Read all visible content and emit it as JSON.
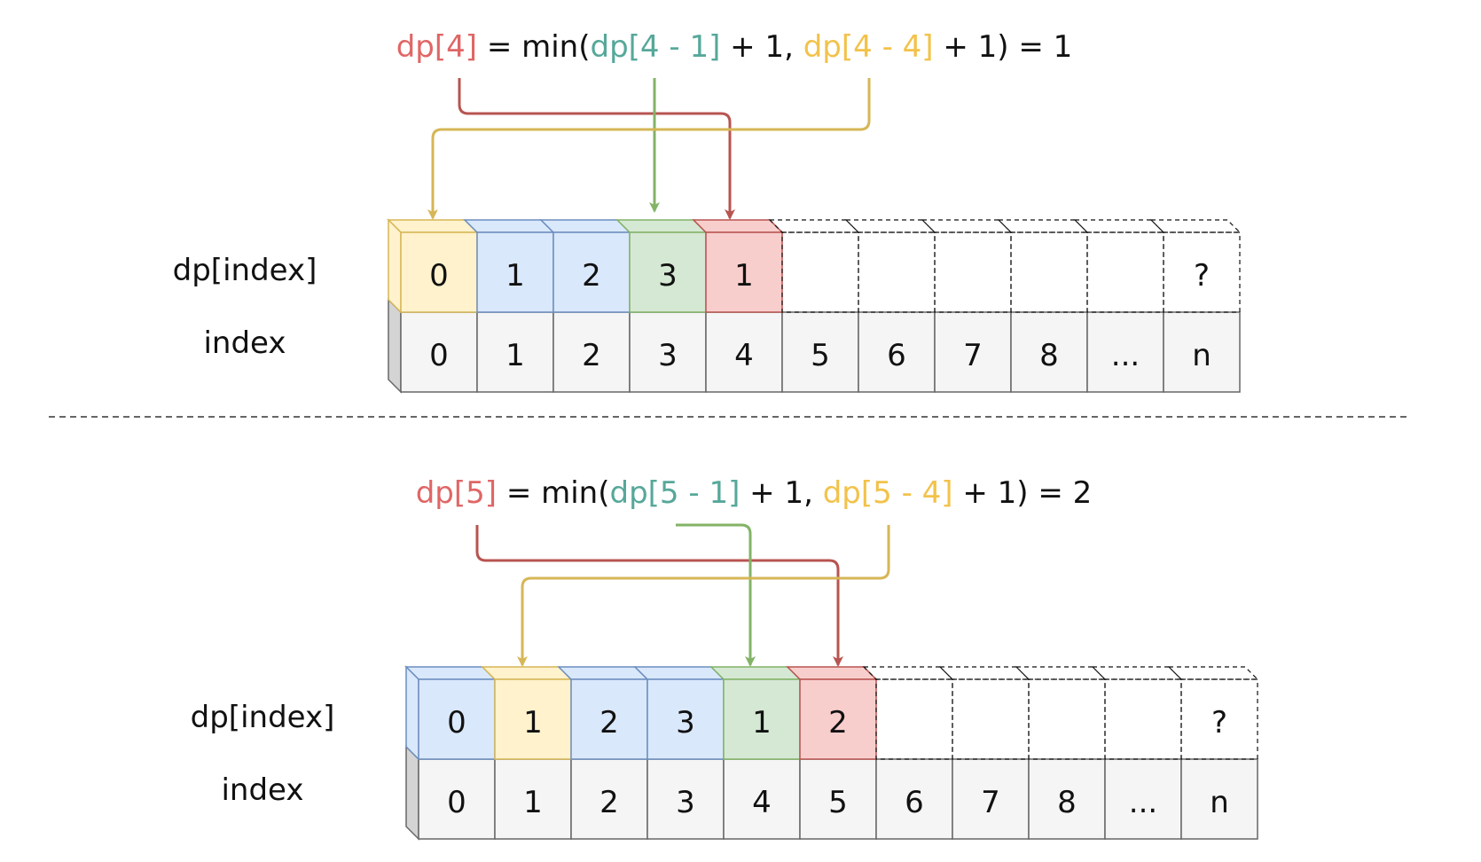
{
  "colors": {
    "red": "#e06666",
    "teal": "#56a89a",
    "yellow": "#f2c24a",
    "black": "#111111",
    "arrow_red": "#b85450",
    "arrow_green": "#82b366",
    "arrow_yellow": "#d6b656",
    "fill_yellow": "#fff2cc",
    "fill_blue": "#dae8fc",
    "fill_green": "#d5e8d4",
    "fill_red": "#f8cecc",
    "fill_gray": "#f5f5f5",
    "stroke_yellow": "#d6b656",
    "stroke_blue": "#6c8ebf",
    "stroke_green": "#82b366",
    "stroke_red": "#b85450",
    "stroke_gray": "#666666"
  },
  "panels": [
    {
      "formula": [
        {
          "text": "dp[4]",
          "color": "red"
        },
        {
          "text": " = min(",
          "color": "black"
        },
        {
          "text": "dp[4 - 1]",
          "color": "teal"
        },
        {
          "text": " + 1, ",
          "color": "black"
        },
        {
          "text": "dp[4 - 4]",
          "color": "yellow"
        },
        {
          "text": " + 1) = 1",
          "color": "black"
        }
      ],
      "row_labels": {
        "dp": "dp[index]",
        "index": "index"
      },
      "dp_values": [
        "0",
        "1",
        "2",
        "3",
        "1",
        "",
        "",
        "",
        "",
        "",
        "?"
      ],
      "dp_fills": [
        "yellow",
        "blue",
        "blue",
        "green",
        "red",
        "none",
        "none",
        "none",
        "none",
        "none",
        "none"
      ],
      "index_values": [
        "0",
        "1",
        "2",
        "3",
        "4",
        "5",
        "6",
        "7",
        "8",
        "...",
        "n"
      ]
    },
    {
      "formula": [
        {
          "text": "dp[5]",
          "color": "red"
        },
        {
          "text": " = min(",
          "color": "black"
        },
        {
          "text": "dp[5 - 1]",
          "color": "teal"
        },
        {
          "text": " + 1, ",
          "color": "black"
        },
        {
          "text": "dp[5 - 4]",
          "color": "yellow"
        },
        {
          "text": " + 1) = 2",
          "color": "black"
        }
      ],
      "row_labels": {
        "dp": "dp[index]",
        "index": "index"
      },
      "dp_values": [
        "0",
        "1",
        "2",
        "3",
        "1",
        "2",
        "",
        "",
        "",
        "",
        "?"
      ],
      "dp_fills": [
        "blue",
        "yellow",
        "blue",
        "blue",
        "green",
        "red",
        "none",
        "none",
        "none",
        "none",
        "none"
      ],
      "index_values": [
        "0",
        "1",
        "2",
        "3",
        "4",
        "5",
        "6",
        "7",
        "8",
        "...",
        "n"
      ]
    }
  ]
}
